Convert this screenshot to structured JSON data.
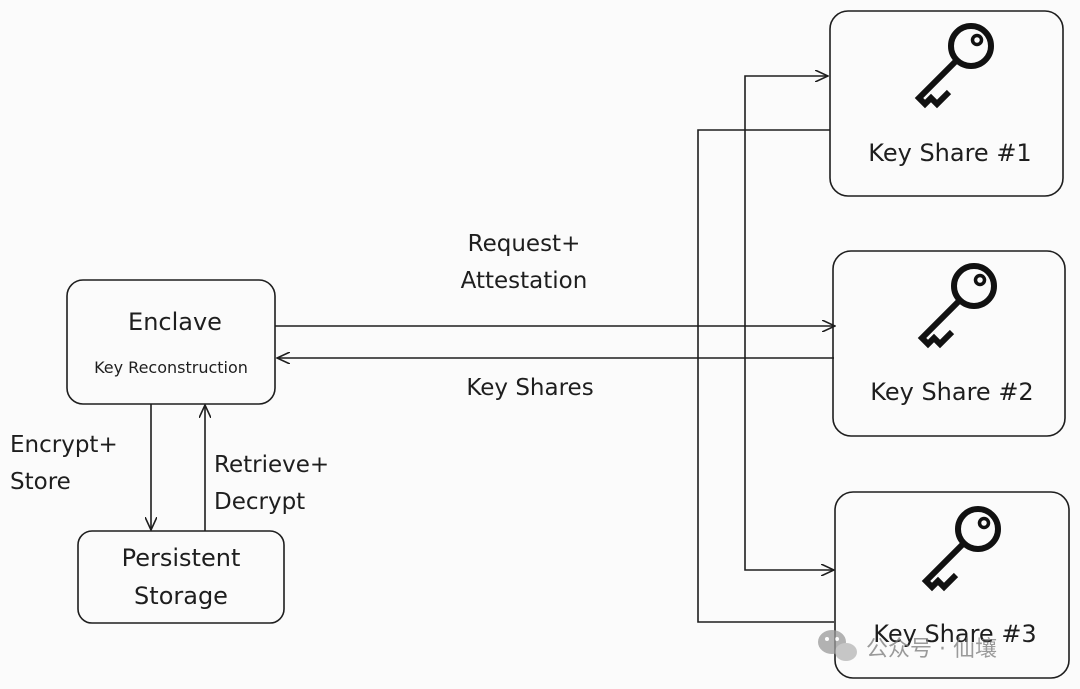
{
  "enclave": {
    "title": "Enclave",
    "subtitle": "Key Reconstruction"
  },
  "storage": {
    "line1": "Persistent",
    "line2": "Storage"
  },
  "labels": {
    "encrypt_line1": "Encrypt+",
    "encrypt_line2": "Store",
    "retrieve_line1": "Retrieve+",
    "retrieve_line2": "Decrypt",
    "request_line1": "Request+",
    "request_line2": "Attestation",
    "key_shares": "Key Shares"
  },
  "key_shares": [
    {
      "label": "Key Share #1",
      "icon": "key-icon"
    },
    {
      "label": "Key Share #2",
      "icon": "key-icon"
    },
    {
      "label": "Key Share #3",
      "icon": "key-icon"
    }
  ],
  "watermark": {
    "text": "公众号 · 仙壤",
    "icon": "wechat-icon"
  },
  "colors": {
    "stroke": "#1e1e1e",
    "background": "#fbfbfb",
    "watermark": "#7a7a7a"
  }
}
